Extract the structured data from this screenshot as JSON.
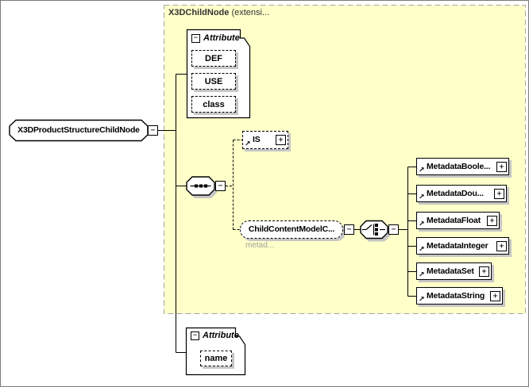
{
  "header": {
    "title": "X3DChildNode",
    "title_suffix": " (extensi..."
  },
  "root": {
    "label": "X3DProductStructureChildNode"
  },
  "attribute_group_top": {
    "label": "Attribute",
    "items": [
      "DEF",
      "USE",
      "class"
    ]
  },
  "attribute_group_bottom": {
    "label": "Attribute",
    "items": [
      "name"
    ]
  },
  "is_node": {
    "label": "IS"
  },
  "child_content_model": {
    "label": "ChildContentModelC...",
    "annotation": "metad..."
  },
  "metadata": {
    "items": [
      "MetadataBoole...",
      "MetadataDou...",
      "MetadataFloat",
      "MetadataInteger",
      "MetadataSet",
      "MetadataString"
    ]
  },
  "icons": {
    "plus": "+",
    "minus": "−",
    "ref_arrow": "↗"
  },
  "colors": {
    "container_bg": "#FFFFC9",
    "container_border": "#A8A8A8",
    "node_shadow": "#C6C6C6",
    "annotation_text": "#A0A0A0",
    "header_text": "#333333"
  }
}
